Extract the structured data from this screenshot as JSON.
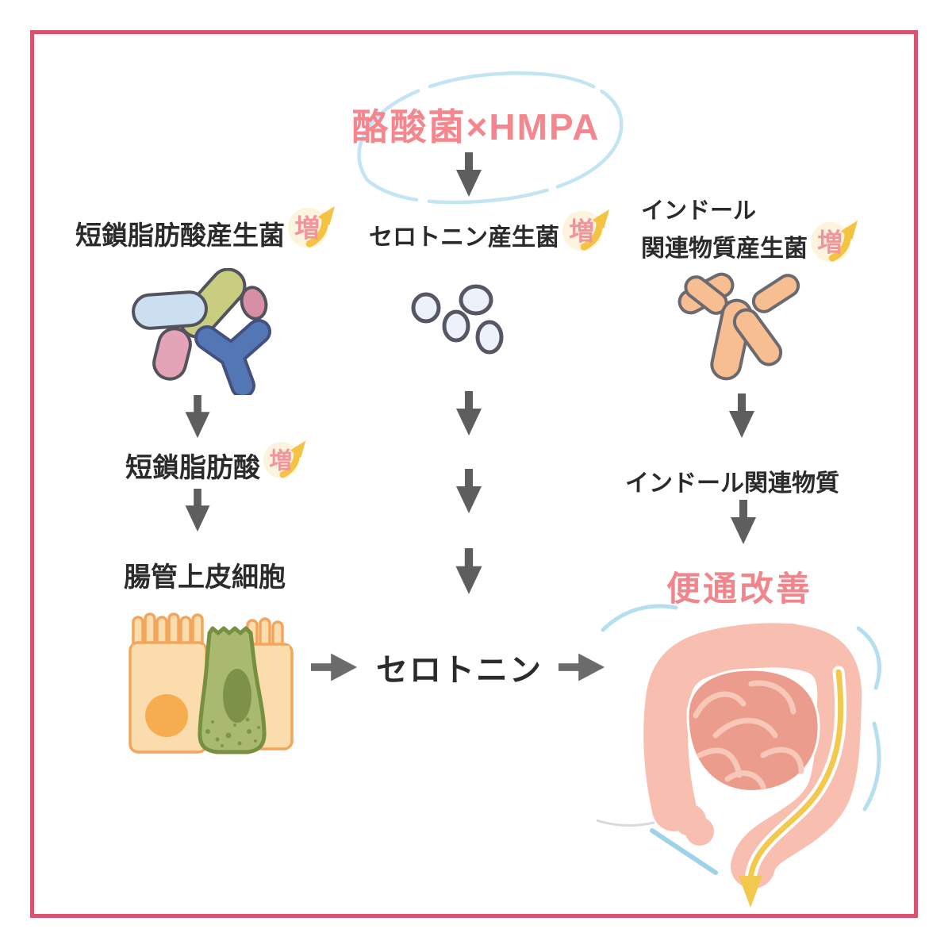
{
  "title": {
    "text": "酪酸菌×HMPA"
  },
  "badge": {
    "label": "増"
  },
  "columns": {
    "left": {
      "header": "短鎖脂肪酸産生菌",
      "metabolite": "短鎖脂肪酸",
      "cells_label": "腸管上皮細胞"
    },
    "middle": {
      "header": "セロトニン産生菌",
      "output": "セロトニン"
    },
    "right": {
      "header_line1": "インドール",
      "header_line2": "関連物質産生菌",
      "metabolite": "インドール関連物質",
      "outcome": "便通改善"
    }
  },
  "colors": {
    "frame_pink": "#D9536F",
    "accent_pink": "#F5868E",
    "badge_pink": "#F2949E",
    "badge_gold": "#F5C344",
    "arrow_gray": "#5E5E5E",
    "highlight_blue": "#B5DFF0"
  }
}
